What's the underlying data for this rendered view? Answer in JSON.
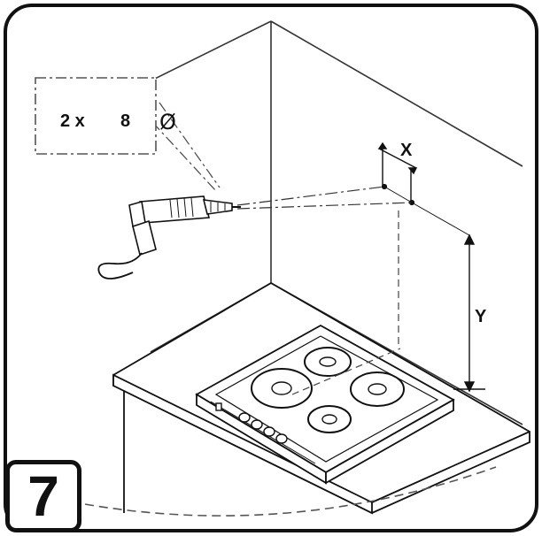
{
  "figure": {
    "step_number": "7",
    "callout": {
      "count": "2 x",
      "value": "8",
      "symbol": "Ø"
    },
    "dimension_x": "X",
    "dimension_y": "Y"
  },
  "colors": {
    "ink": "#111111",
    "paper": "#ffffff",
    "line_gray": "#555555"
  }
}
